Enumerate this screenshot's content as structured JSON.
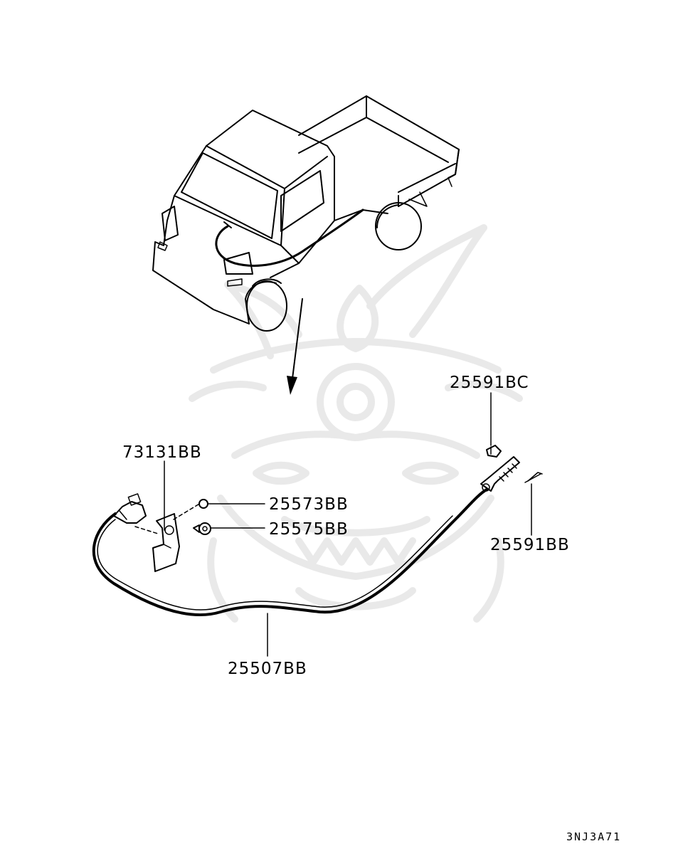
{
  "labels": {
    "p25591bc": "25591BC",
    "p73131bb": "73131BB",
    "p25573bb": "25573BB",
    "p25575bb": "25575BB",
    "p25591bb": "25591BB",
    "p25507bb": "25507BB"
  },
  "diagram_code": "3NJ3A71",
  "colors": {
    "line": "#000000",
    "background": "#ffffff",
    "watermark": "#e9e9e9"
  },
  "icons": {
    "watermark": "samurai-helmet-icon",
    "arrow": "down-arrow-icon"
  }
}
